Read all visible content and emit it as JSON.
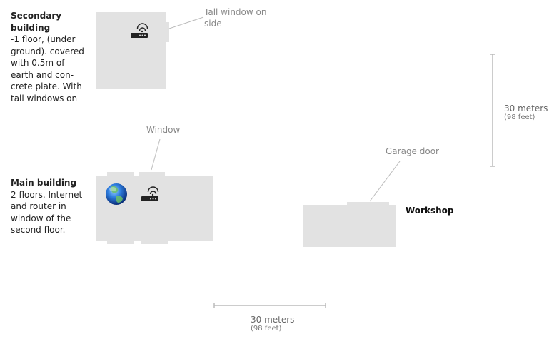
{
  "secondary_building": {
    "title": "Secondary building",
    "description": "-1 floor, (under ground). covered with 0.5m of earth and con-crete plate. With tall windows on"
  },
  "main_building": {
    "title": "Main building",
    "description": "2 floors. Internet and router in window of the second floor."
  },
  "workshop": {
    "label": "Workshop"
  },
  "callouts": {
    "tall_window": "Tall window on side",
    "window": "Window",
    "garage_door": "Garage door"
  },
  "scale_vertical": {
    "meters": "30 meters",
    "feet": "(98 feet)"
  },
  "scale_horizontal": {
    "meters": "30 meters",
    "feet": "(98 feet)"
  },
  "icons": {
    "router": "wifi-router-icon",
    "internet": "globe-icon"
  },
  "colors": {
    "building_fill": "#e2e2e2",
    "callout_line": "#bbbbbb",
    "callout_text": "#888888"
  }
}
